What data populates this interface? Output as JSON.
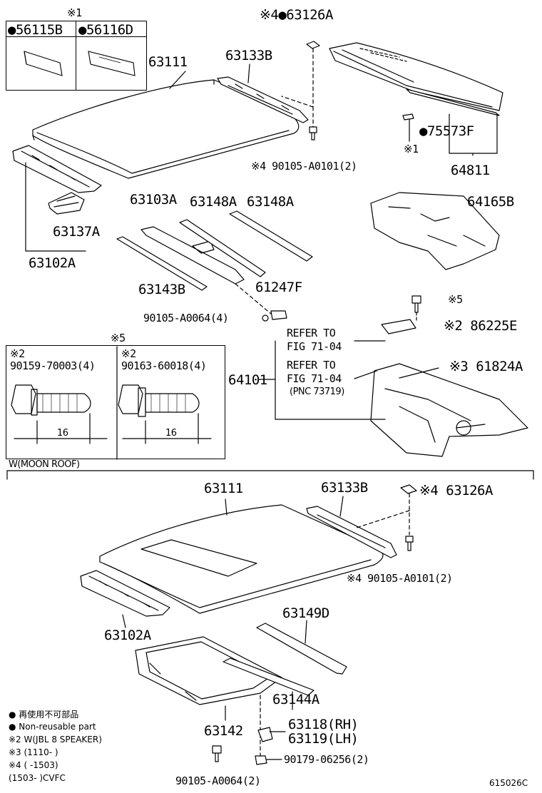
{
  "colors": {
    "ink": "#000000",
    "paper": "#ffffff"
  },
  "top": {
    "kit_box": {
      "mark": "※1",
      "left": "●56115B",
      "right": "●56116D"
    },
    "labels": {
      "p63126A": "※4●63126A",
      "p63111": "63111",
      "p63133B": "63133B",
      "p75573F": "●75573F",
      "mark1": "※1",
      "p64811": "64811",
      "p90105_A0101": "※4 90105-A0101(2)",
      "p63137A": "63137A",
      "p63102A": "63102A",
      "p63103A": "63103A",
      "p63148A_1": "63148A",
      "p63148A_2": "63148A",
      "p64165B": "64165B",
      "p63143B": "63143B",
      "p61247F": "61247F",
      "mark5": "※5",
      "p90105_A0064": "90105-A0064(4)",
      "p86225E": "※2 86225E",
      "refer1_line1": "REFER TO",
      "refer1_line2": "FIG 71-04",
      "refer2_line1": "REFER TO",
      "refer2_line2": "FIG 71-04",
      "refer2_pnc": "(PNC 73719)",
      "p64101": "64101",
      "p61824A": "※3 61824A"
    },
    "bolt_box": {
      "mark": "※5",
      "left_code": "※2",
      "left_part": "90159-70003(4)",
      "right_code": "※2",
      "right_part": "90163-60018(4)",
      "left_dim": "16",
      "right_dim": "16"
    }
  },
  "moon_roof": {
    "header": "W(MOON ROOF)",
    "labels": {
      "p63111": "63111",
      "p63133B": "63133B",
      "p63126A": "※4 63126A",
      "p90105_A0101": "※4 90105-A0101(2)",
      "p63102A": "63102A",
      "p63149D": "63149D",
      "p63144A": "63144A",
      "p63142": "63142",
      "p63118": "63118(RH)",
      "p63119": "63119(LH)",
      "p90179": "90179-06256(2)",
      "p90105_A0064": "90105-A0064(2)"
    }
  },
  "legend": [
    "● 再使用不可部品",
    "● Non-reusable part",
    "※2 W(JBL 8 SPEAKER)",
    "※3 (1110-     )",
    "※4 (     -1503)",
    "    (1503-     )CVFC"
  ],
  "figure_id": "615026C"
}
